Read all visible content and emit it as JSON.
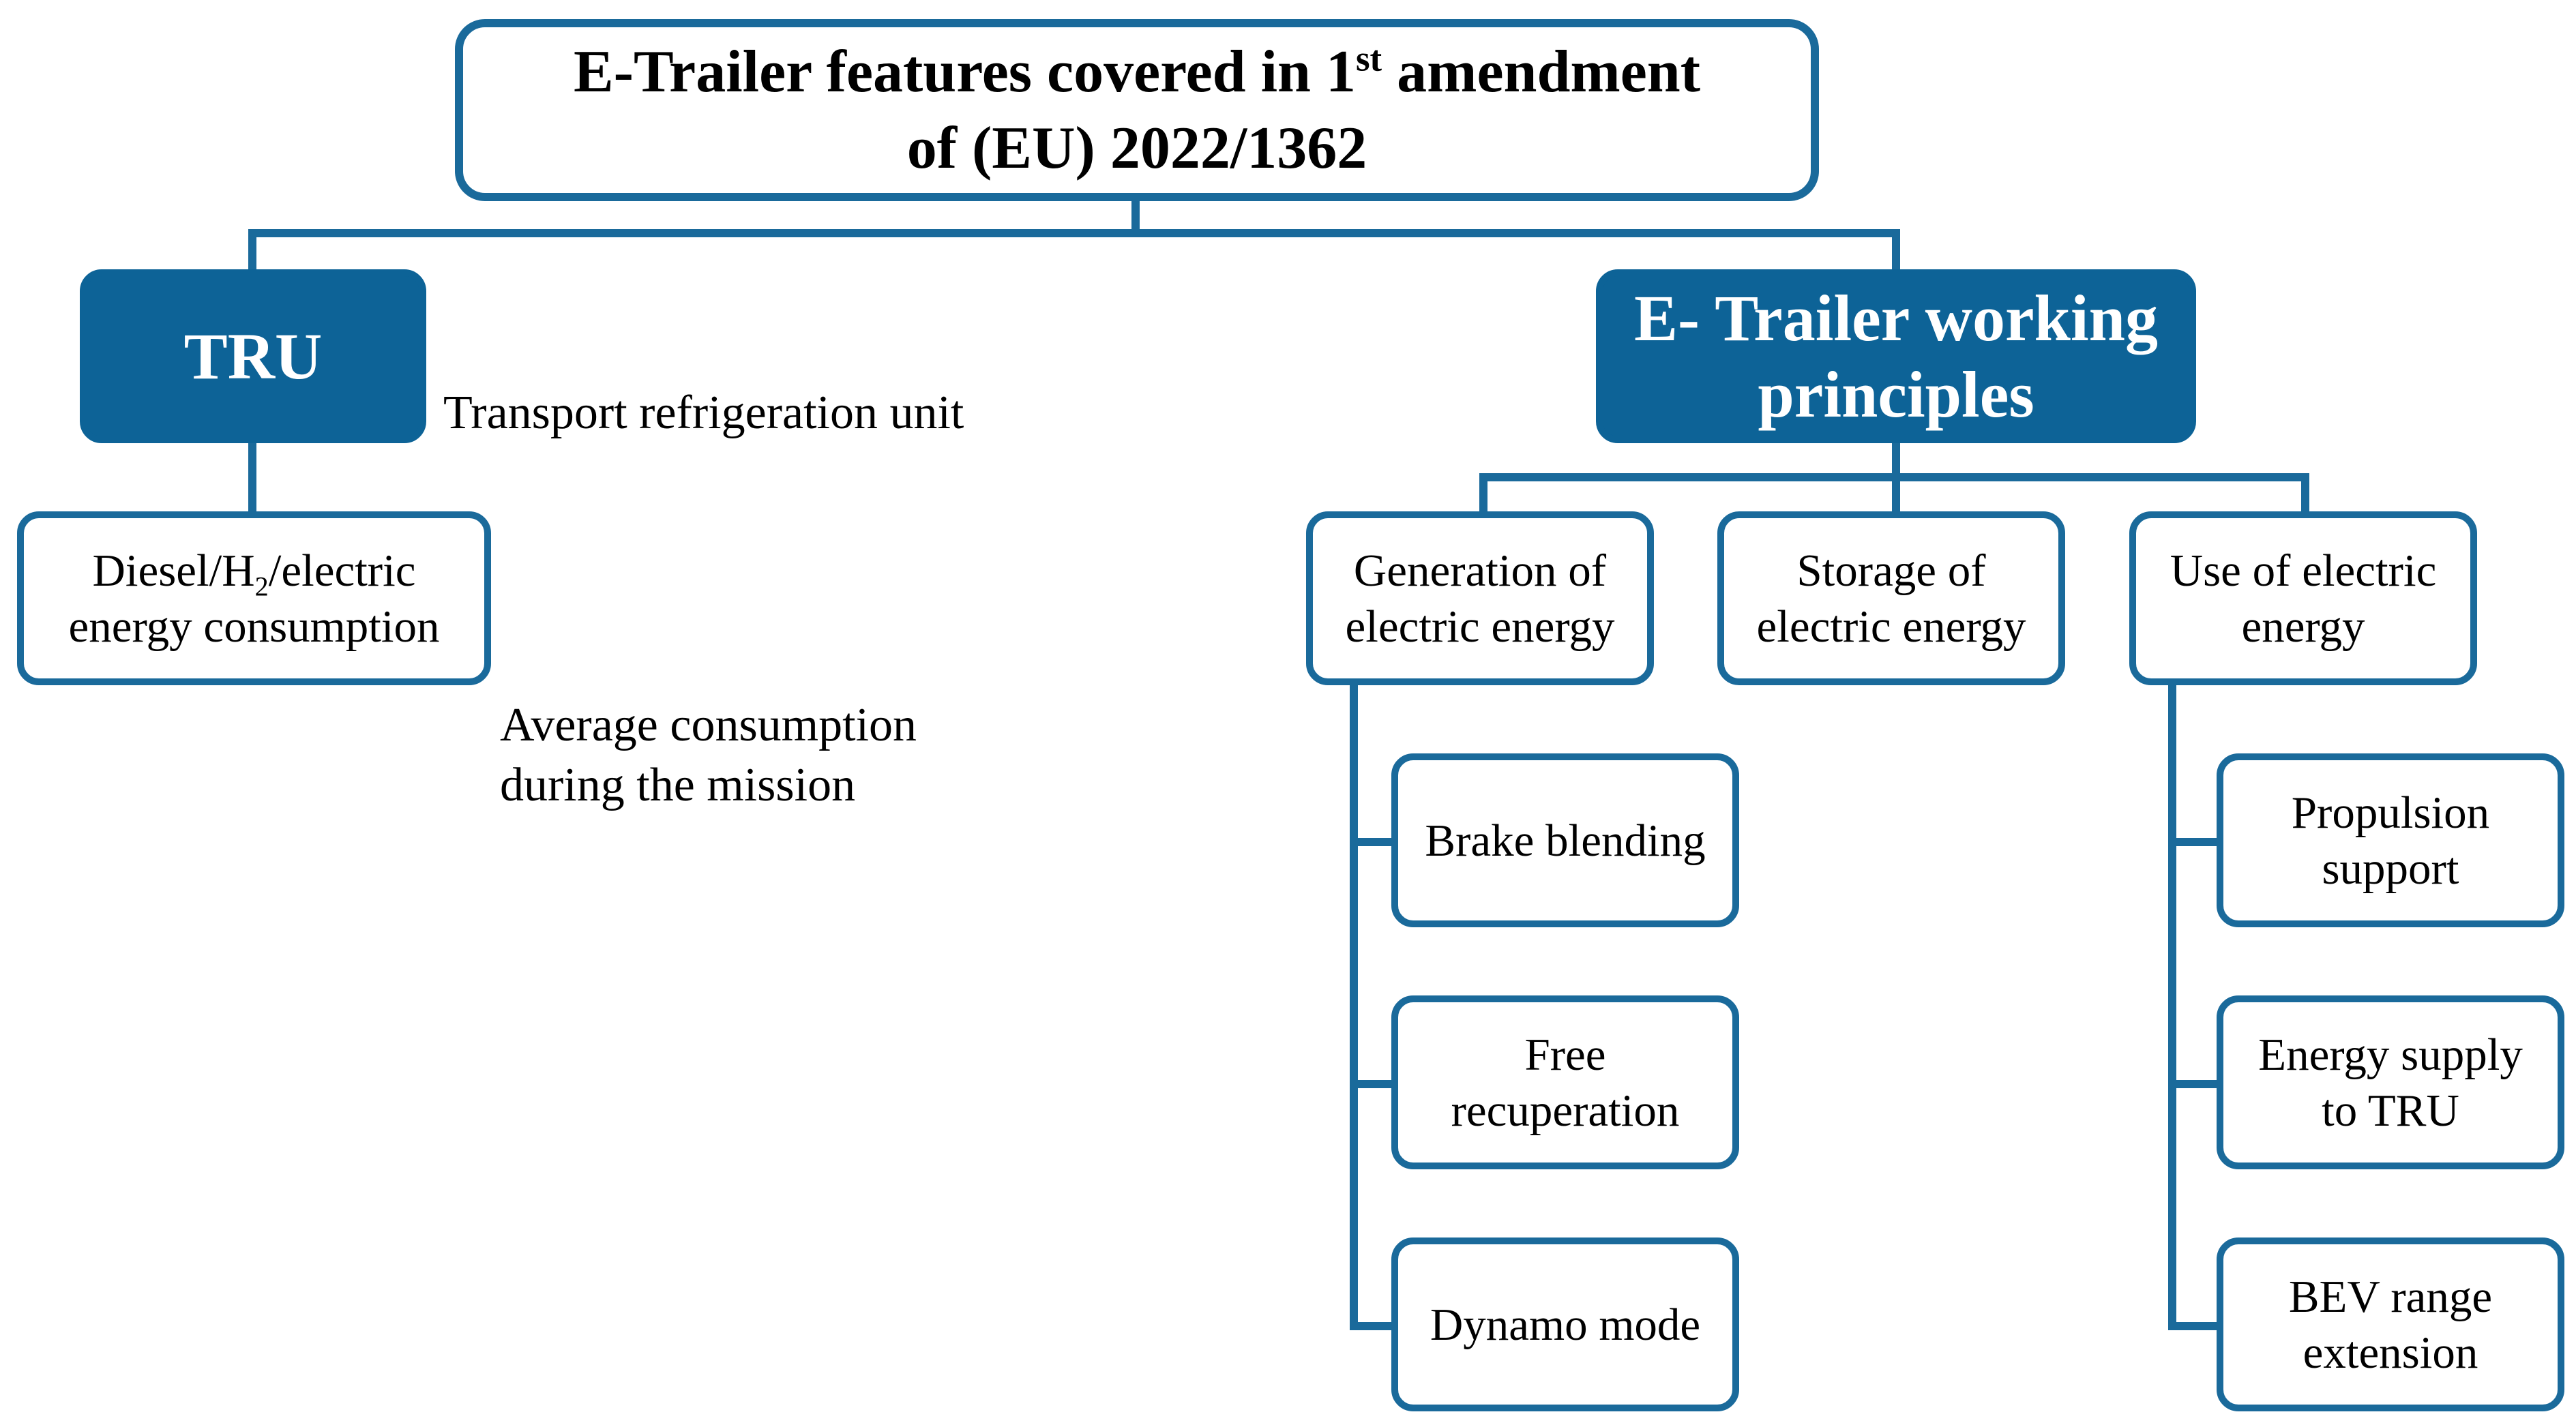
{
  "diagram": {
    "colors": {
      "line": "#1a6a9b",
      "filled_box": "#0d6397",
      "filled_text": "#ffffff"
    },
    "root": {
      "text_before_sup": "E-Trailer features covered in 1",
      "sup": "st",
      "text_after_sup": " amendment",
      "line2": "of (EU) 2022/1362"
    },
    "tru": {
      "label": "TRU",
      "note": "Transport refrigeration unit"
    },
    "tru_child": {
      "pre": "Diesel/H",
      "sub": "2",
      "post": "/electric",
      "line2": "energy consumption",
      "note": "Average consumption\nduring the mission"
    },
    "principles": {
      "label": "E- Trailer working\nprinciples"
    },
    "generation": {
      "label": "Generation of\nelectric energy",
      "children": [
        "Brake blending",
        "Free\nrecuperation",
        "Dynamo mode"
      ]
    },
    "storage": {
      "label": "Storage of\nelectric energy"
    },
    "use": {
      "label": "Use of electric\nenergy",
      "children": [
        "Propulsion\nsupport",
        "Energy supply\nto TRU",
        "BEV range\nextension"
      ]
    }
  }
}
